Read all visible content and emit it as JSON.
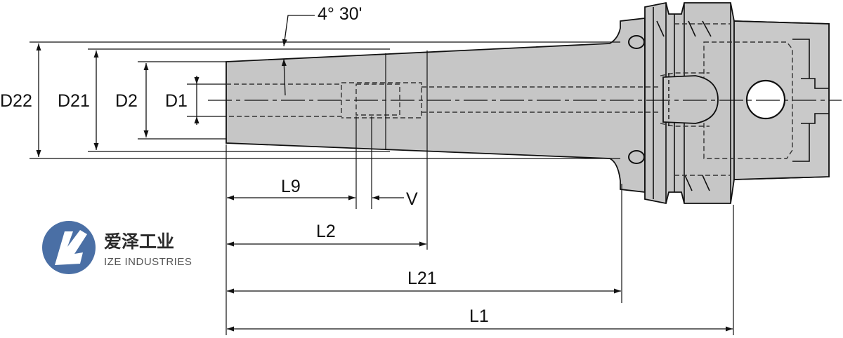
{
  "drawing": {
    "labels": {
      "angle": "4° 30'",
      "d22": "D22",
      "d21": "D21",
      "d2": "D2",
      "d1": "D1",
      "l9": "L9",
      "v": "V",
      "l2": "L2",
      "l21": "L21",
      "l1": "L1"
    },
    "colors": {
      "body_fill": "#c6c6c6",
      "line": "#111111",
      "hidden_line": "#333333"
    }
  },
  "logo": {
    "name_cn": "爱泽工业",
    "name_en": "IZE INDUSTRIES",
    "colors": {
      "mark": "#4a6fa5"
    }
  }
}
